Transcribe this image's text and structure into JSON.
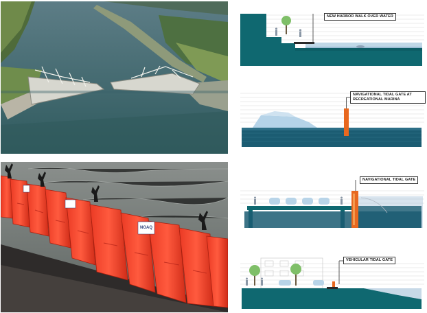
{
  "photos": {
    "storm_surge_barrier": {
      "icon": "storm-surge-barrier-aerial-photo"
    },
    "flood_barrier": {
      "icon": "red-flood-barrier-photo",
      "sign_text": "NOAQ"
    }
  },
  "sections": [
    {
      "label": "NEW HARBOR WALK OVER WATER"
    },
    {
      "label": "NAVIGATIONAL TIDAL GATE AT RECREATIONAL MARINA"
    },
    {
      "label": "NAVIGATIONAL TIDAL GATE"
    },
    {
      "label": "VEHICULAR TIDAL GATE"
    }
  ],
  "colors": {
    "ground": "#0f6870",
    "water": "#1b5c72",
    "gate": "#e8681f",
    "tree": "#7fbf68",
    "sky_line": "#d8d8d8"
  }
}
